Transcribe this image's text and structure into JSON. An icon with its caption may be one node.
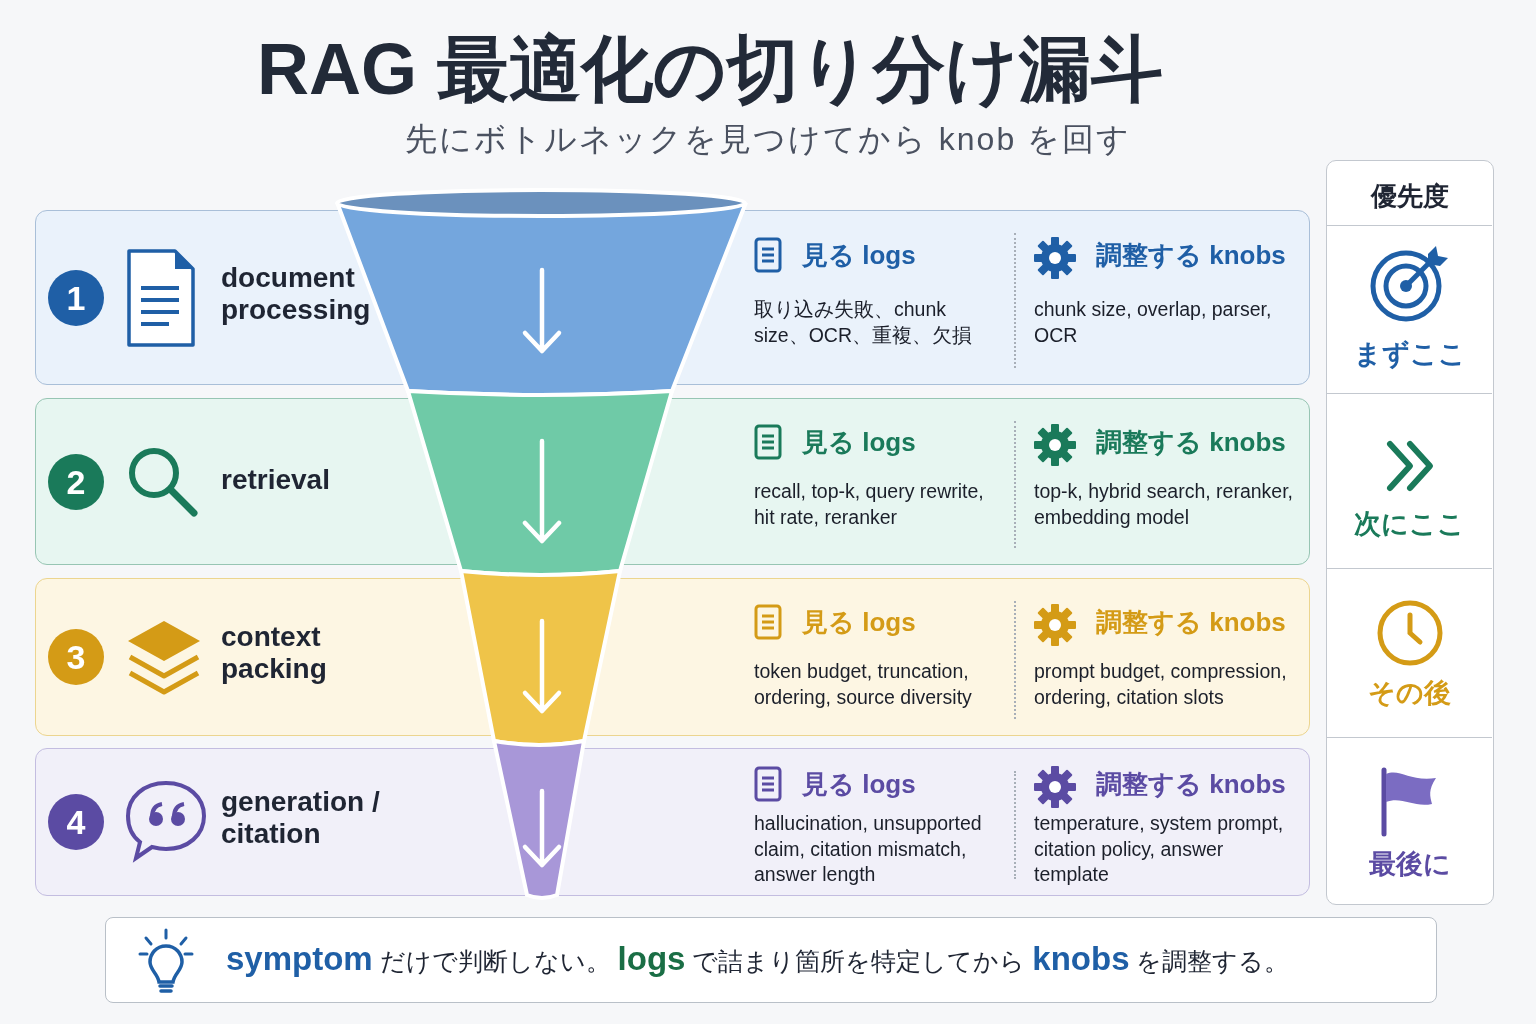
{
  "diagram": {
    "title": "RAG 最適化の切り分け漏斗",
    "nodes": [
      {
        "text": [
          "1",
          "document processing",
          "見る logs",
          "取り込み失敗、chunk size、OCR、重複、欠損",
          "調整する knobs",
          "chunk size, overlap, parser, OCR"
        ]
      },
      {
        "text": [
          "2",
          "retrieval",
          "見る logs",
          "recall, top-k, query rewrite, hit rate, reranker",
          "調整する knobs",
          "top-k, hybrid search, reranker, embedding model"
        ]
      },
      {
        "text": [
          "3",
          "context packing",
          "見る logs",
          "token budget, truncation, ordering, source diversity",
          "調整する knobs",
          "prompt budget, compression, ordering, citation slots"
        ]
      },
      {
        "text": [
          "4",
          "generation / citation",
          "見る logs",
          "hallucination, unsupported claim, citation mismatch, answer length",
          "調整する knobs",
          "temperature, system prompt, citation policy, answer template"
        ]
      },
      {
        "text": [
          "優先度"
        ]
      },
      {
        "text": [
          "まずここ"
        ],
        "in": 4
      },
      {
        "text": [
          "次にここ"
        ],
        "in": 4
      },
      {
        "text": [
          "その後"
        ],
        "in": 4
      },
      {
        "text": [
          "最後に"
        ],
        "in": 4
      },
      {
        "text": [
          "**symptom** だけで判断しない。 **logs** で詰まり箇所を特定してから **knobs** を調整する。"
        ]
      }
    ],
    "labels": [
      "先にボトルネックを見つけてから knob を回す"
    ]
  }
}
